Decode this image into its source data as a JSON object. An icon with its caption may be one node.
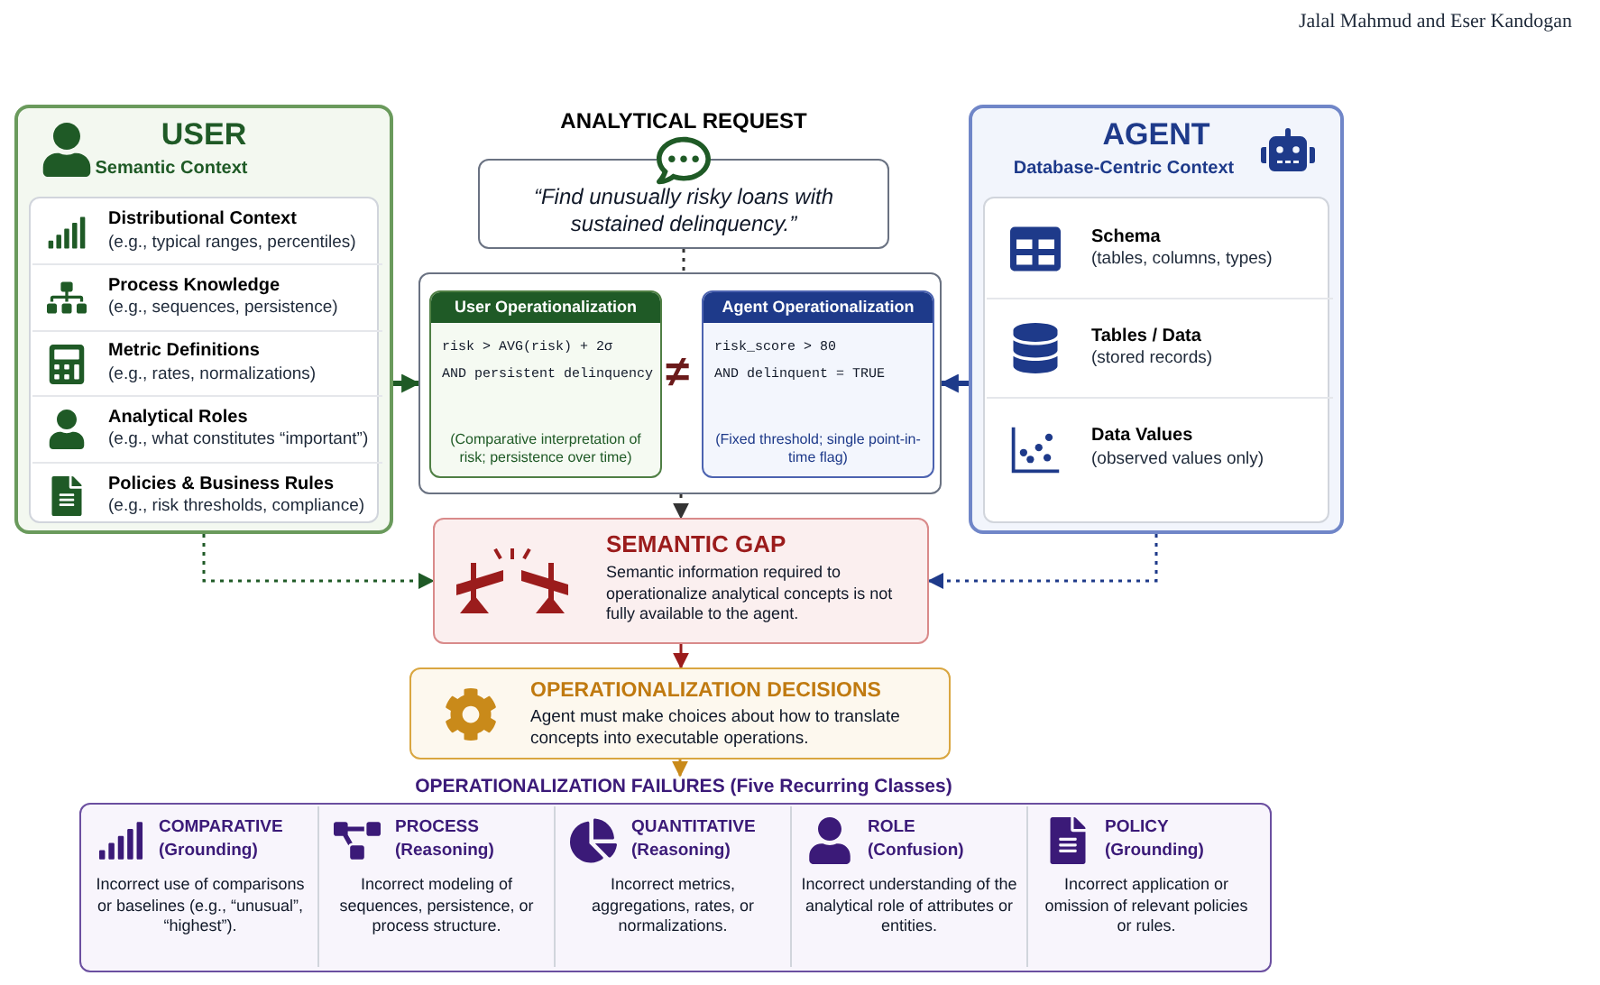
{
  "diagram": {
    "nodes": [
      {
        "text": [
          "USER",
          "Semantic Context"
        ]
      },
      {
        "text": [
          "Distributional Context",
          "(e.g., typical ranges, percentiles)"
        ],
        "in": 0
      },
      {
        "text": [
          "Process Knowledge",
          "(e.g., sequences, persistence)"
        ],
        "in": 0
      },
      {
        "text": [
          "Metric Definitions",
          "(e.g., rates, normalizations)"
        ],
        "in": 0
      },
      {
        "text": [
          "Analytical Roles",
          "(e.g., what constitutes “important”)"
        ],
        "in": 0
      },
      {
        "text": [
          "Policies & Business Rules",
          "(e.g., risk thresholds, compliance)"
        ],
        "in": 0
      },
      {
        "text": [
          "ANALYTICAL REQUEST",
          "“Find unusually risky loans with sustained delinquency.”"
        ]
      },
      {
        "text": [],
        "shape": "box"
      },
      {
        "text": [
          "User Operationalization",
          "risk > AVG(risk) + 2σ",
          "AND persistent delinquency",
          "(Comparative interpretation of risk; persistence over time)"
        ],
        "in": 7
      },
      {
        "text": [
          "Agent Operationalization",
          "risk_score > 80",
          "AND delinquent = TRUE",
          "(Fixed threshold; single point-in-time flag)"
        ],
        "in": 7
      },
      {
        "text": [
          "AGENT",
          "Database-Centric Context"
        ]
      },
      {
        "text": [
          "Schema",
          "(tables, columns, types)"
        ],
        "in": 10
      },
      {
        "text": [
          "Tables / Data",
          "(stored records)"
        ],
        "in": 10
      },
      {
        "text": [
          "Data Values",
          "(observed values only)"
        ],
        "in": 10
      },
      {
        "text": [
          "SEMANTIC GAP",
          "Semantic information required to operationalize analytical concepts is not fully available to the agent."
        ]
      },
      {
        "text": [
          "OPERATIONALIZATION DECISIONS",
          "Agent must make choices about how to translate concepts into executable operations."
        ]
      },
      {
        "text": [
          "OPERATIONALIZATION FAILURES (Five Recurring Classes)"
        ]
      },
      {
        "text": [
          "COMPARATIVE (Grounding)",
          "Incorrect use of comparisons or baselines (e.g., “unusual”, “highest”)."
        ],
        "in": 16
      },
      {
        "text": [
          "PROCESS (Reasoning)",
          "Incorrect modeling of sequences, persistence, or process structure."
        ],
        "in": 16
      },
      {
        "text": [
          "QUANTITATIVE (Reasoning)",
          "Incorrect metrics, aggregations, rates, or normalizations."
        ],
        "in": 16
      },
      {
        "text": [
          "ROLE (Confusion)",
          "Incorrect understanding of the analytical role of attributes or entities."
        ],
        "in": 16
      },
      {
        "text": [
          "POLICY (Grounding)",
          "Incorrect application or omission of relevant policies or rules."
        ],
        "in": 16
      }
    ],
    "edges": [
      {
        "from": 0,
        "to": 7,
        "arrow": "to",
        "style": "thick",
        "color": "#1f5a26"
      },
      {
        "from": 10,
        "to": 7,
        "arrow": "to",
        "style": "thick",
        "color": "#1e3a8a"
      },
      {
        "from": 6,
        "to": 7,
        "arrow": "none",
        "style": "dashed"
      },
      {
        "from": 7,
        "to": 14,
        "arrow": "to",
        "style": "dashed"
      },
      {
        "from": 0,
        "to": 14,
        "arrow": "to",
        "style": "dashed",
        "color": "#1f5a26"
      },
      {
        "from": 10,
        "to": 14,
        "arrow": "to",
        "style": "dashed",
        "color": "#1e3a8a"
      },
      {
        "from": 14,
        "to": 15,
        "arrow": "to",
        "color": "#9b1c1c"
      },
      {
        "from": 15,
        "to": 16,
        "arrow": "to",
        "color": "#c98a1a"
      }
    ],
    "labels": [
      "Jalal Mahmud and Eser Kandogan",
      "≠"
    ]
  }
}
